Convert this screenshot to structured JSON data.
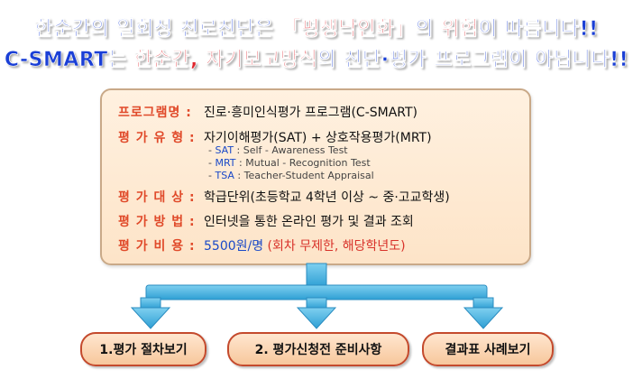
{
  "headline": {
    "line1_a": "한순간의 일회성 진로진단은 ",
    "line1_b": "「평생낙인화」",
    "line1_c": "의 ",
    "line1_d": "위험",
    "line1_e": "이 따릅니다!!",
    "line2_a": "C-SMART는 ",
    "line2_b": "한순간, 자기보고방식",
    "line2_c": "의 진단·평가 프로그램이 아닙니다!!"
  },
  "info": {
    "program_label": "프로그램명 :",
    "program_value": "진로·흥미인식평가 프로그램(C-SMART)",
    "type_label": "평 가 유 형 :",
    "type_value": "자기이해평가(SAT) + 상호작용평가(MRT)",
    "sub": [
      {
        "dash": "- ",
        "abbr": "SAT",
        "desc": " : Self - Awareness Test"
      },
      {
        "dash": "- ",
        "abbr": "MRT",
        "desc": " : Mutual - Recognition Test"
      },
      {
        "dash": "- ",
        "abbr": "TSA",
        "desc": " : Teacher-Student Appraisal"
      }
    ],
    "target_label": "평 가 대 상 :",
    "target_value": "학급단위(초등학교 4학년 이상 ~ 중·고교학생)",
    "method_label": "평 가 방 법 :",
    "method_value": "인터넷을 통한 온라인 평가 및 결과 조회",
    "cost_label": "평 가 비 용 :",
    "cost_value": "5500원/명",
    "cost_note": " (회차 무제한, 해당학년도)"
  },
  "buttons": {
    "b1": "1.평가 절차보기",
    "b2": "2. 평가신청전 준비사항",
    "b3": "결과표 사례보기"
  },
  "colors": {
    "accent_blue": "#1a3fd6",
    "accent_red": "#e0262e",
    "arrow": "#4fb6e0"
  }
}
